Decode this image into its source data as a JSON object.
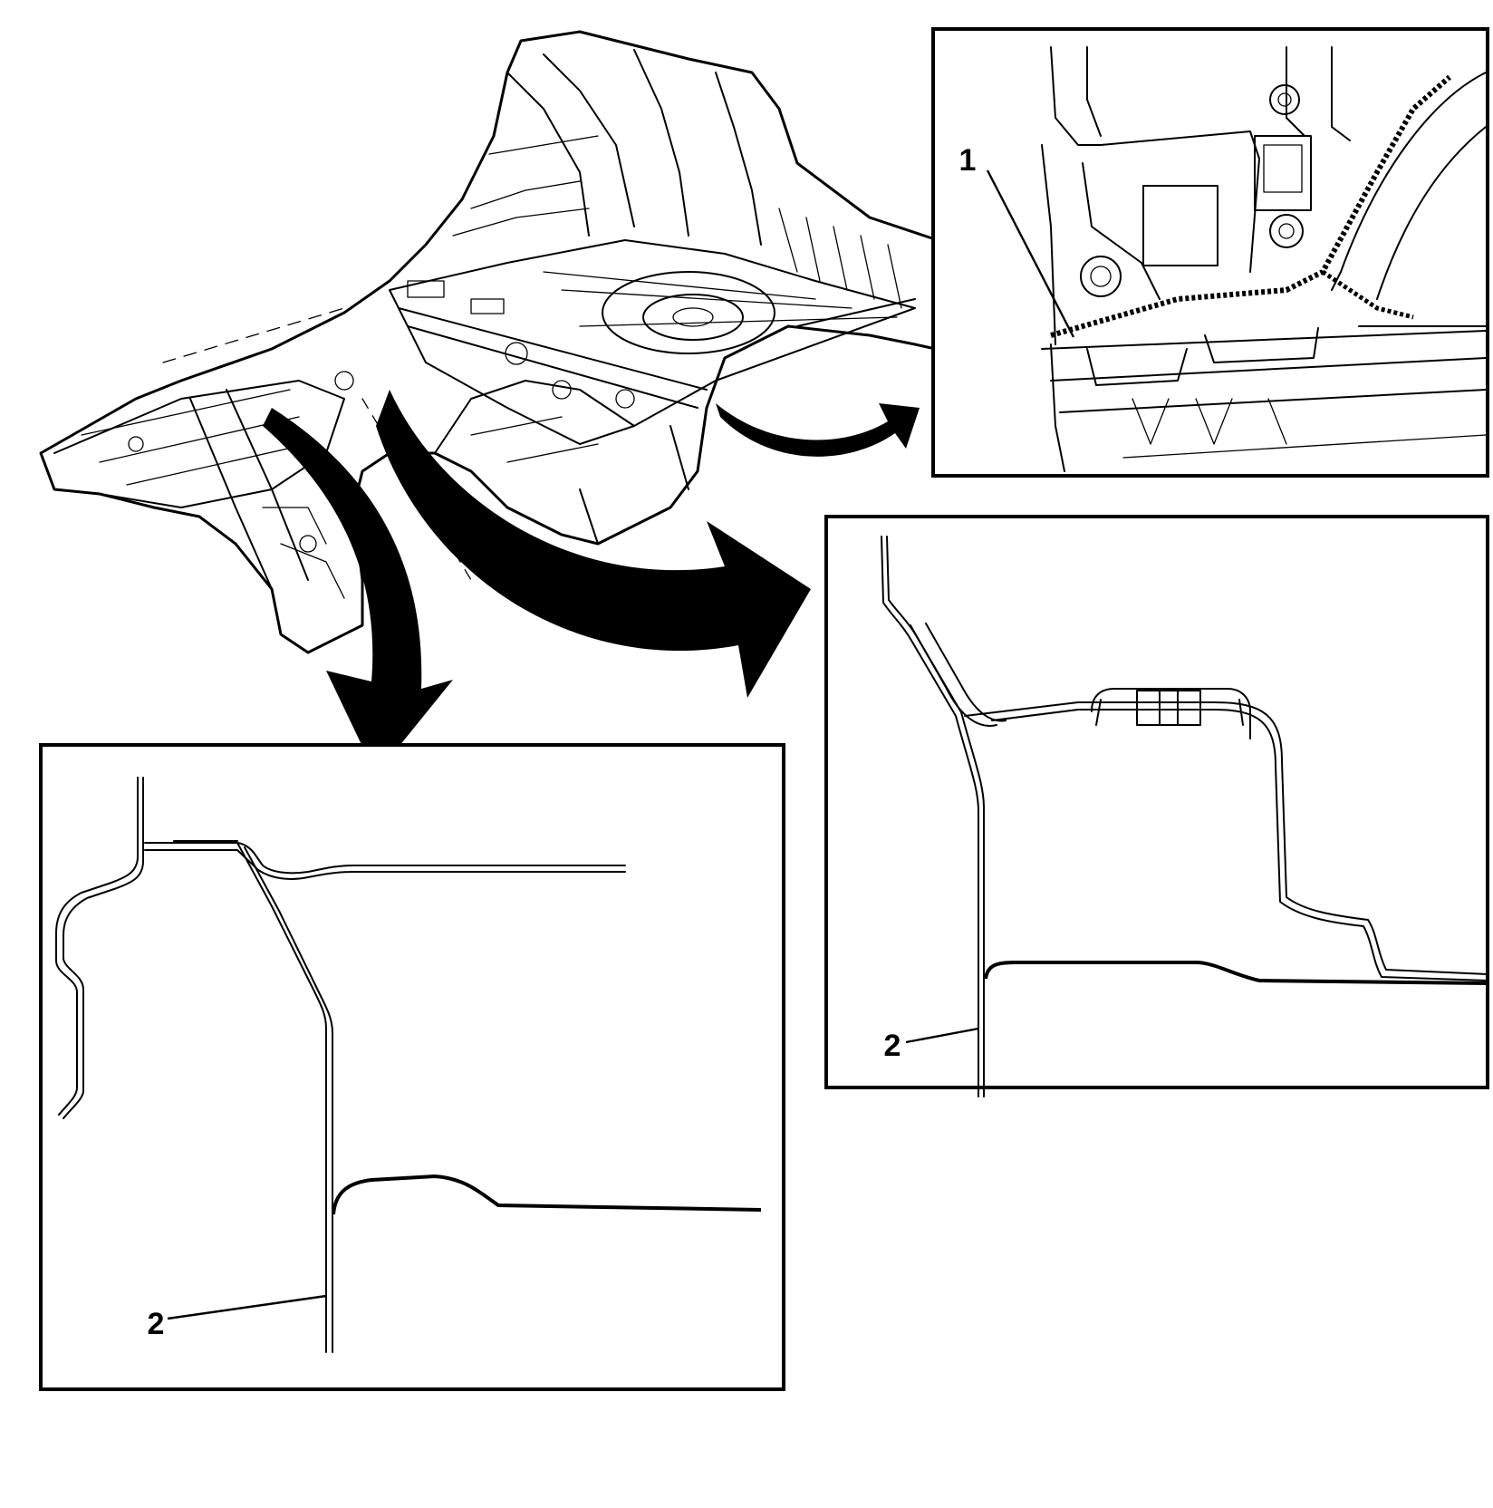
{
  "callouts": {
    "one": "1",
    "two_left": "2",
    "two_right": "2"
  },
  "icons": {
    "arrow": "curved-arrow-icon"
  }
}
